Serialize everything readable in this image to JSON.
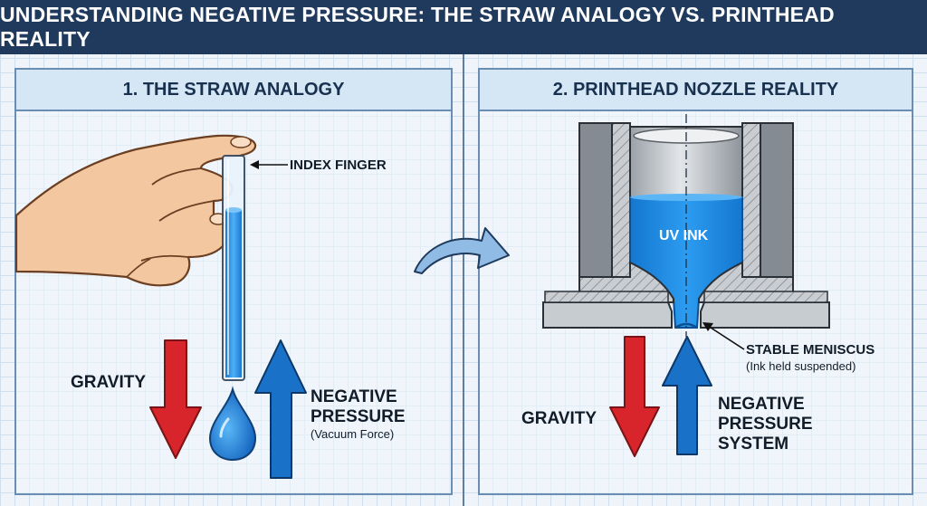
{
  "title": "UNDERSTANDING NEGATIVE PRESSURE: THE STRAW ANALOGY VS. PRINTHEAD REALITY",
  "left_panel": {
    "heading": "1. THE STRAW ANALOGY",
    "finger_label": "INDEX FINGER",
    "gravity_label": "GRAVITY",
    "pressure_label": "NEGATIVE PRESSURE",
    "pressure_note": "(Vacuum Force)"
  },
  "right_panel": {
    "heading": "2. PRINTHEAD NOZZLE REALITY",
    "ink_label": "UV INK",
    "meniscus_label": "STABLE MENISCUS",
    "meniscus_note": "(Ink held suspended)",
    "gravity_label": "GRAVITY",
    "pressure_label": "NEGATIVE PRESSURE SYSTEM"
  },
  "colors": {
    "header_bg": "#1f3a5c",
    "ink_blue": "#1e88e0",
    "gravity_red": "#d8252b",
    "pressure_blue": "#1a72c8"
  }
}
